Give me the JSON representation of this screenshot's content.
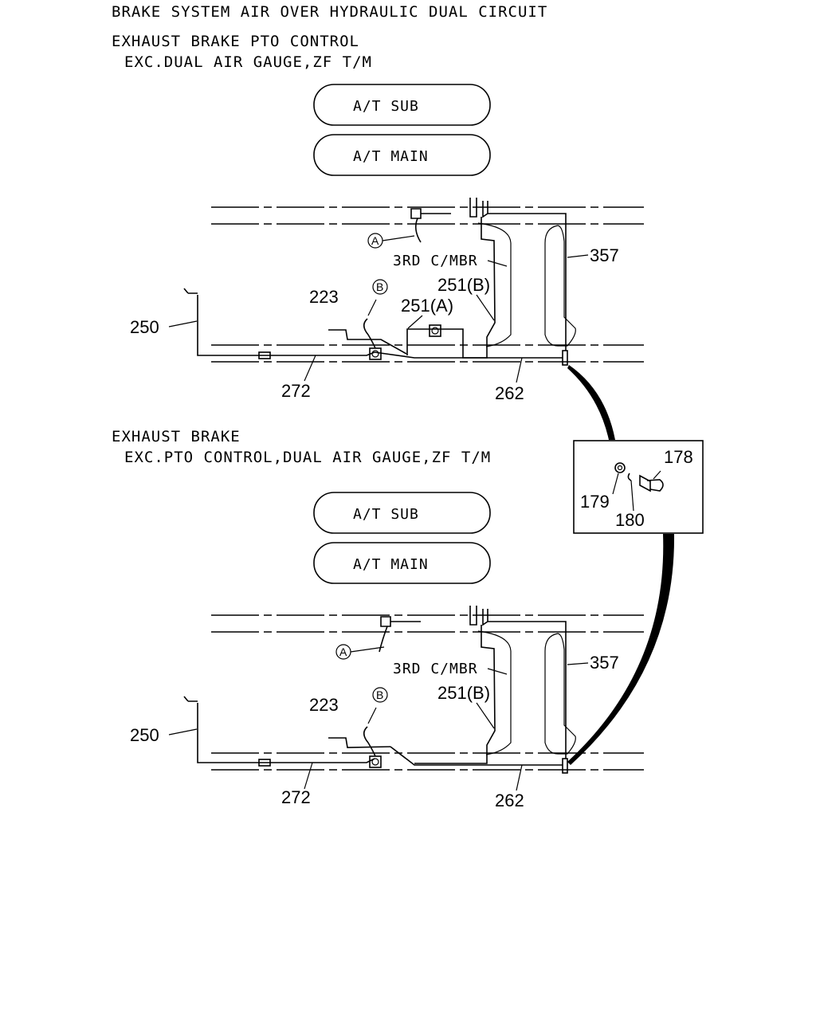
{
  "title": "BRAKE SYSTEM AIR OVER HYDRAULIC DUAL CIRCUIT",
  "section1": {
    "heading": "EXHAUST BRAKE PTO CONTROL",
    "subheading": "EXC.DUAL AIR GAUGE,ZF T/M",
    "tank_sub": "A/T SUB",
    "tank_main": "A/T MAIN",
    "chamber": "3RD C/MBR",
    "callouts": {
      "c357": "357",
      "c251b": "251(B)",
      "c251a": "251(A)",
      "c223": "223",
      "c250": "250",
      "c272": "272",
      "c262": "262"
    },
    "markers": {
      "a": "A",
      "b": "B"
    }
  },
  "section2": {
    "heading": "EXHAUST BRAKE",
    "subheading": "EXC.PTO CONTROL,DUAL AIR GAUGE,ZF T/M",
    "tank_sub": "A/T SUB",
    "tank_main": "A/T MAIN",
    "chamber": "3RD C/MBR",
    "callouts": {
      "c357": "357",
      "c251b": "251(B)",
      "c223": "223",
      "c250": "250",
      "c272": "272",
      "c262": "262"
    },
    "markers": {
      "a": "A",
      "b": "B"
    }
  },
  "detail": {
    "c178": "178",
    "c179": "179",
    "c180": "180"
  }
}
